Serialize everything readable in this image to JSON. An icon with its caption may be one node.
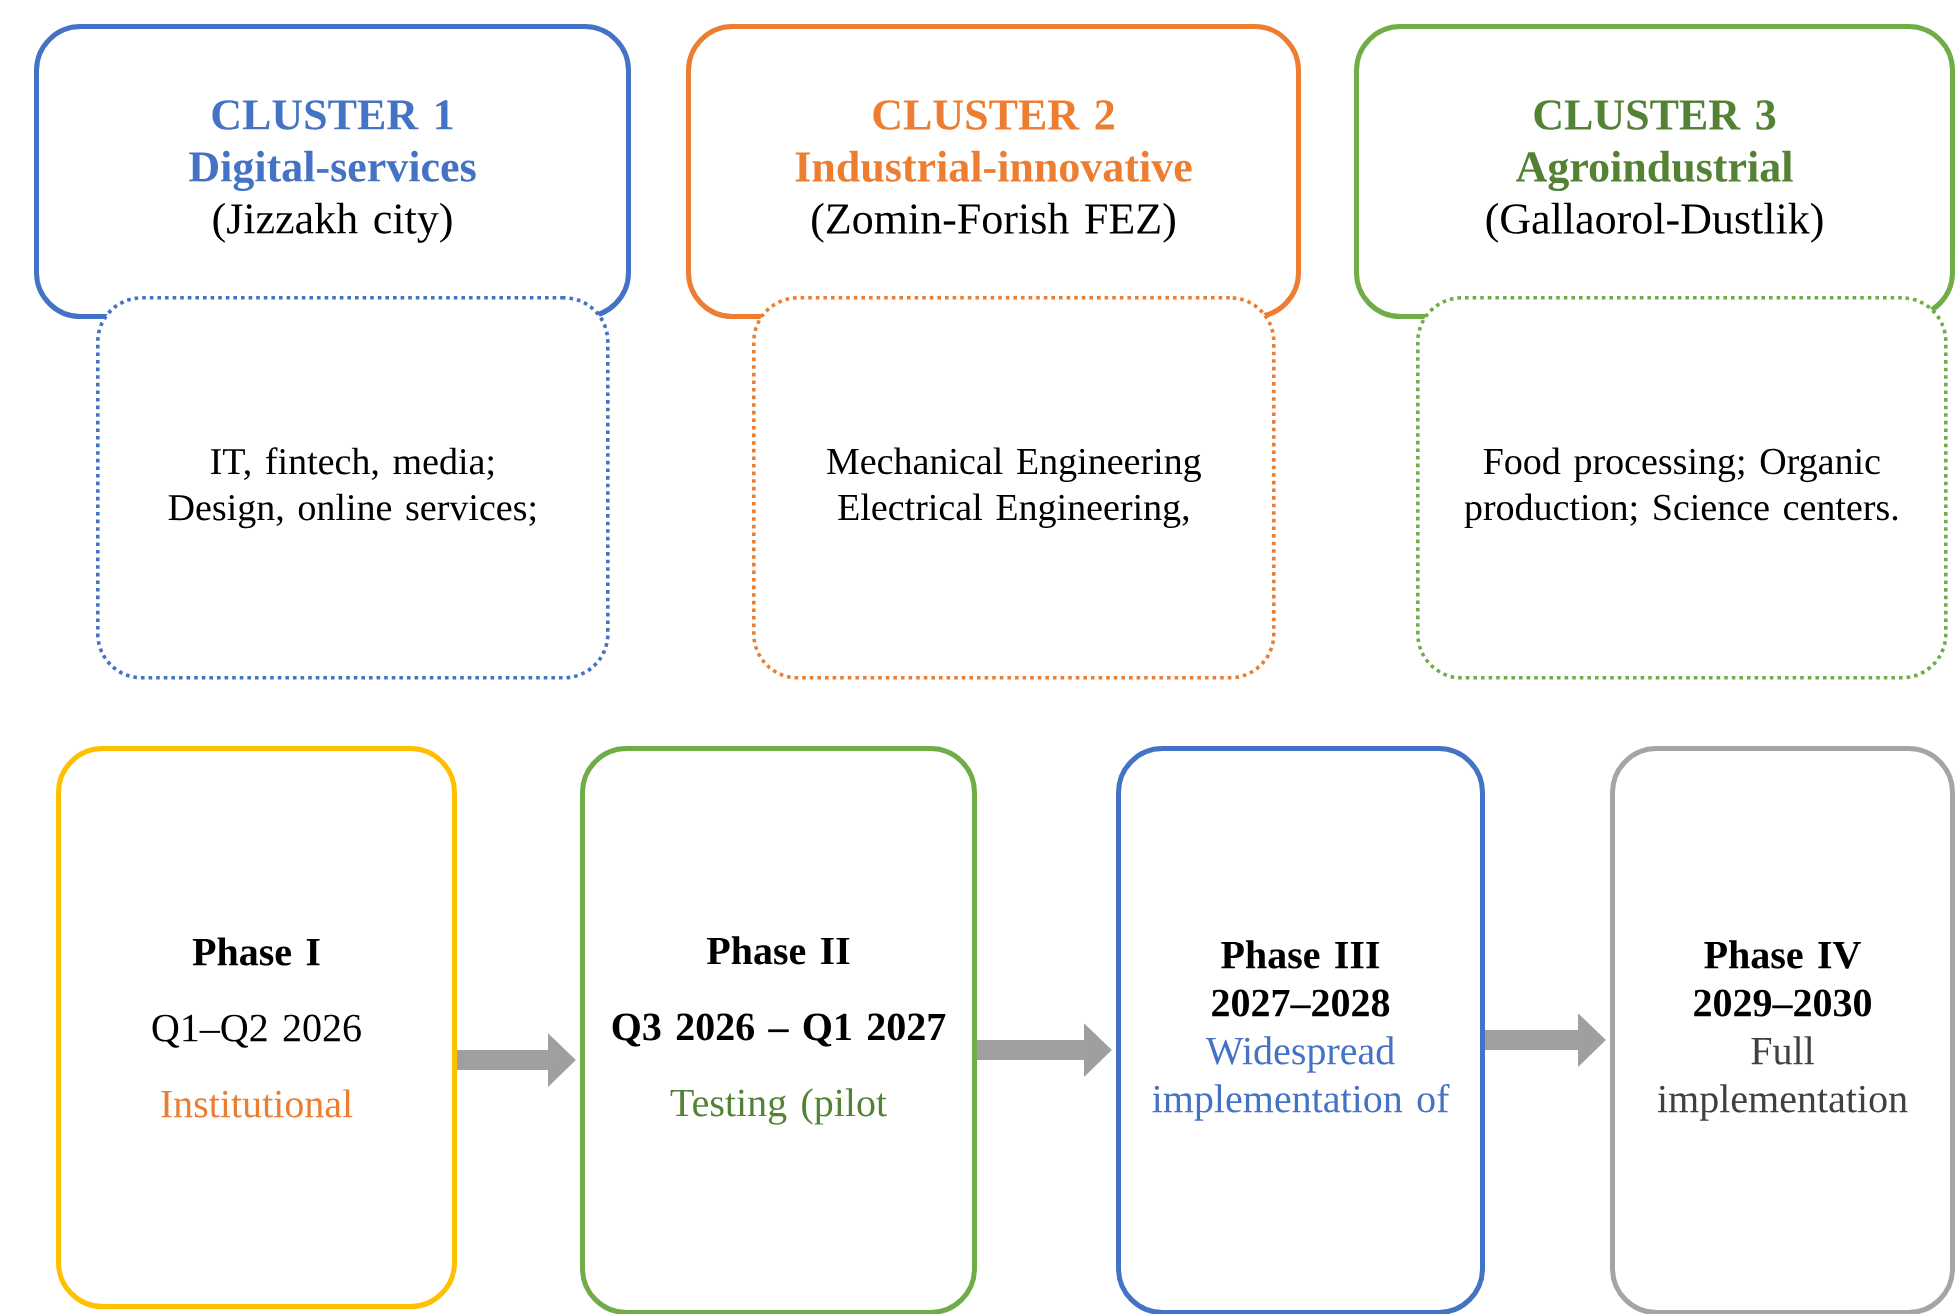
{
  "diagram": {
    "nodes": [
      {
        "text": [
          "CLUSTER 1",
          "Digital-services",
          "(Jizzakh city)"
        ]
      },
      {
        "text": [
          "CLUSTER 2",
          "Industrial-innovative",
          "(Zomin-Forish FEZ)"
        ]
      },
      {
        "text": [
          "CLUSTER 3",
          "Agroindustrial",
          "(Gallaorol-Dustlik)"
        ]
      },
      {
        "text": [
          "IT, fintech, media; Design, online services;"
        ]
      },
      {
        "text": [
          "Mechanical Engineering Electrical Engineering,"
        ]
      },
      {
        "text": [
          "Food processing; Organic production; Science centers."
        ]
      },
      {
        "text": [
          "Phase I",
          "Q1–Q2 2026",
          "Institutional"
        ]
      },
      {
        "text": [
          "Phase II",
          "Q3 2026 – Q1 2027",
          "Testing (pilot"
        ]
      },
      {
        "text": [
          "Phase III",
          "2027–2028",
          "Widespread implementation of"
        ]
      },
      {
        "text": [
          "Phase IV",
          "2029–2030",
          "Full implementation"
        ]
      }
    ],
    "edges": [
      {
        "from": 6,
        "to": 7,
        "arrow": "to"
      },
      {
        "from": 7,
        "to": 8,
        "arrow": "to"
      },
      {
        "from": 8,
        "to": 9,
        "arrow": "to"
      }
    ]
  }
}
